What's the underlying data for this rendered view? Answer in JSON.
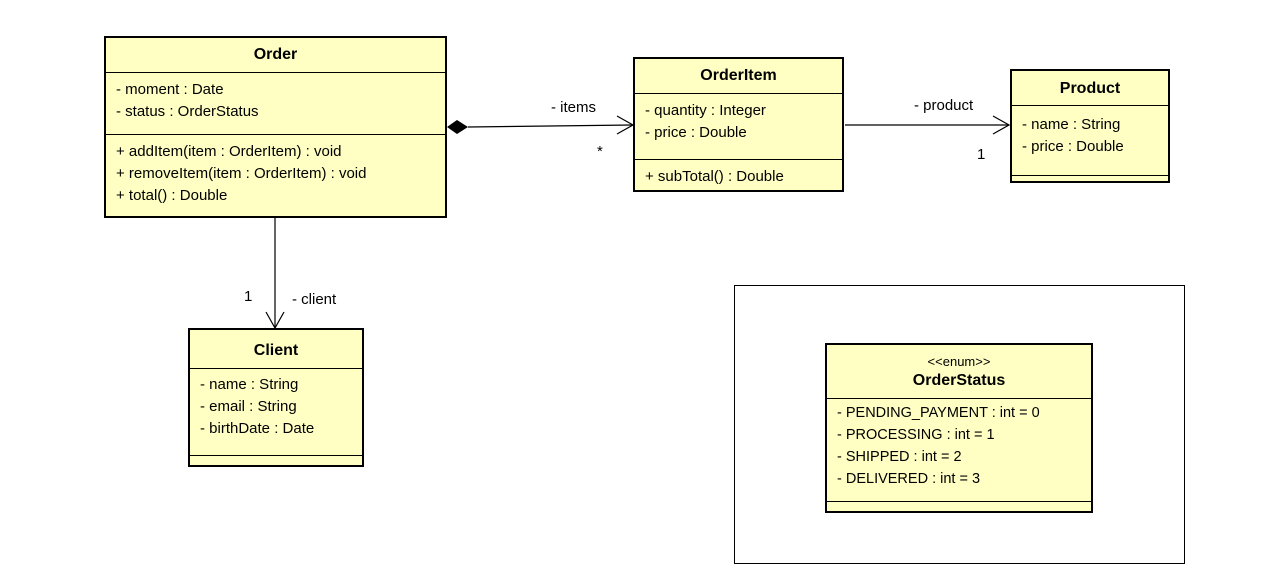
{
  "classes": {
    "order": {
      "name": "Order",
      "attributes": [
        "- moment : Date",
        "- status : OrderStatus"
      ],
      "methods": [
        "+ addItem(item : OrderItem) : void",
        "+ removeItem(item : OrderItem) : void",
        "+ total() : Double"
      ]
    },
    "order_item": {
      "name": "OrderItem",
      "attributes": [
        "- quantity : Integer",
        "- price : Double"
      ],
      "methods": [
        "+ subTotal() : Double"
      ]
    },
    "product": {
      "name": "Product",
      "attributes": [
        "- name : String",
        "- price : Double"
      ],
      "methods": []
    },
    "client": {
      "name": "Client",
      "attributes": [
        "- name : String",
        "- email : String",
        "- birthDate : Date"
      ],
      "methods": []
    },
    "order_status": {
      "stereotype": "<<enum>>",
      "name": "OrderStatus",
      "attributes": [
        "- PENDING_PAYMENT : int = 0",
        "- PROCESSING : int = 1",
        "- SHIPPED : int = 2",
        "- DELIVERED : int = 3"
      ],
      "methods": []
    }
  },
  "associations": {
    "order_items": {
      "role": "- items",
      "multiplicity": "*"
    },
    "orderitem_product": {
      "role": "- product",
      "multiplicity": "1"
    },
    "order_client": {
      "role": "- client",
      "multiplicity": "1"
    }
  },
  "colors": {
    "class_fill": "#ffffc4",
    "line": "#000000"
  }
}
